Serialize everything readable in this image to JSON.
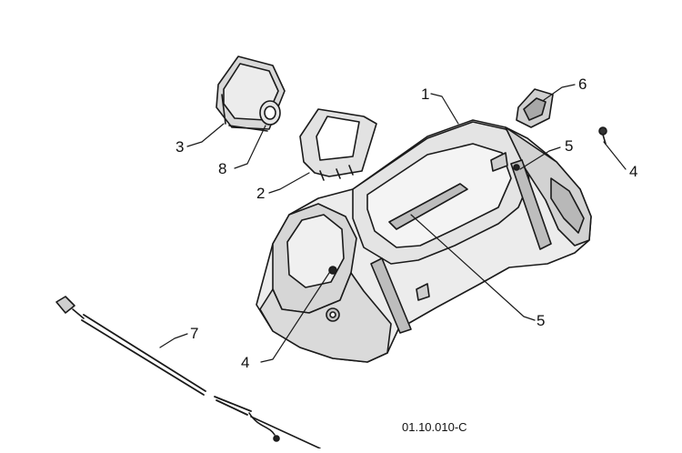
{
  "diagram": {
    "callouts": [
      "1",
      "2",
      "3",
      "4",
      "4",
      "5",
      "5",
      "6",
      "7",
      "8"
    ],
    "drawing_code": "01.10.010-C"
  },
  "colors": {
    "line": "#1a1a1a",
    "shade_light": "#ececec",
    "shade_mid": "#d6d6d6",
    "shade_dark": "#b5b5b5"
  }
}
